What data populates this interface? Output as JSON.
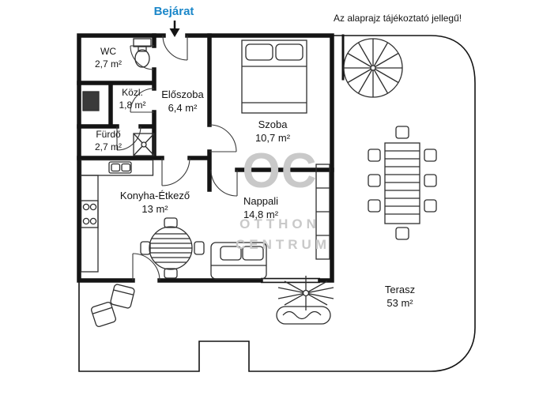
{
  "header": {
    "entrance_label": "Bejárat",
    "disclaimer": "Az alaprajz tájékoztató jellegű!"
  },
  "watermark": {
    "logo": "OC",
    "line1": "OTTHON",
    "line2": "CENTRUM"
  },
  "rooms": {
    "wc": {
      "name": "WC",
      "area": "2,7 m²"
    },
    "kozl": {
      "name": "Közl.",
      "area": "1,8 m²"
    },
    "eloszoba": {
      "name": "Előszoba",
      "area": "6,4 m²"
    },
    "furdo": {
      "name": "Fürdő",
      "area": "2,7 m²"
    },
    "szoba": {
      "name": "Szoba",
      "area": "10,7 m²"
    },
    "konyha": {
      "name": "Konyha-Étkező",
      "area": "13 m²"
    },
    "nappali": {
      "name": "Nappali",
      "area": "14,8 m²"
    },
    "terasz": {
      "name": "Terasz",
      "area": "53 m²"
    }
  },
  "colors": {
    "entrance": "#1b87c9",
    "walls": "#141414",
    "furniture": "#2e2e2e",
    "watermark": "#c9c9c9"
  }
}
